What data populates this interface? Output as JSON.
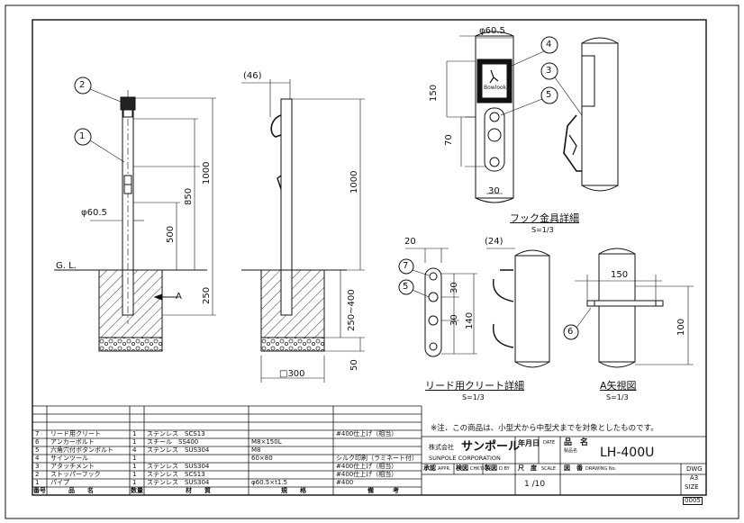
{
  "dimensions": {
    "front": {
      "dia": "φ60.5",
      "h1000": "1000",
      "h850": "850",
      "h500": "500",
      "h250": "250",
      "gl": "G. L.",
      "arrow_a": "A"
    },
    "side": {
      "w46": "(46)",
      "h1000": "1000",
      "h250_400": "250~400",
      "h50": "50",
      "sq300": "□300"
    },
    "hook_detail": {
      "dia": "φ60.5",
      "h150": "150",
      "h70": "70",
      "w30": "30",
      "title": "フック金具詳細",
      "scale": "S=1/3"
    },
    "cleat_detail": {
      "w20": "20",
      "w24": "(24)",
      "h30a": "30",
      "h30b": "30",
      "h140": "140",
      "title": "リード用クリート詳細",
      "scale": "S=1/3"
    },
    "a_view": {
      "w150": "150",
      "h100": "100",
      "title": "A矢視図",
      "scale": "S=1/3"
    },
    "balloons": [
      "1",
      "2",
      "3",
      "4",
      "5",
      "5",
      "6",
      "7"
    ]
  },
  "sign": {
    "brand": "Bowlook"
  },
  "parts": {
    "header": {
      "no": "番号",
      "name": "品　　名",
      "qty": "数量",
      "material": "材　　質",
      "spec": "規　　格",
      "note": "備　　　考"
    },
    "rows": [
      {
        "no": "7",
        "name": "リード用クリート",
        "qty": "1",
        "mat": "ステンレス　SCS13",
        "spec": "",
        "note": "#400仕上げ（相当）"
      },
      {
        "no": "6",
        "name": "アンカーボルト",
        "qty": "1",
        "mat": "スチール　SS400",
        "spec": "M8×150L",
        "note": ""
      },
      {
        "no": "5",
        "name": "六角穴付ボタンボルト",
        "qty": "4",
        "mat": "ステンレス　SUS304",
        "spec": "M8",
        "note": ""
      },
      {
        "no": "4",
        "name": "サインツール",
        "qty": "1",
        "mat": "",
        "spec": "60×80",
        "note": "シルク印刷（ラミネート付）"
      },
      {
        "no": "3",
        "name": "アタッチメント",
        "qty": "1",
        "mat": "ステンレス　SUS304",
        "spec": "",
        "note": "#400仕上げ（相当）"
      },
      {
        "no": "2",
        "name": "ストッパーフック",
        "qty": "1",
        "mat": "ステンレス　SCS13",
        "spec": "",
        "note": "#400仕上げ（相当）"
      },
      {
        "no": "1",
        "name": "パイプ",
        "qty": "1",
        "mat": "ステンレス　SUS304",
        "spec": "φ60.5×t1.5",
        "note": "#400"
      }
    ]
  },
  "title_block": {
    "note": "※注．この商品は、小型犬から中型犬までを対象としたものです。",
    "company_prefix": "株式会社",
    "company_name": "サンポール",
    "company_en": "SUNPOLE CORPORATION",
    "date_label": "年月日",
    "date_en": "DATE",
    "name_label": "品　名",
    "name_sub": "製品名",
    "product": "LH-400U",
    "approve": "承認",
    "approve_en": "APPR.",
    "check": "検図",
    "check_en": "CHK'D",
    "drawn": "製図",
    "drawn_en": "D.BY",
    "scale_label": "尺　度",
    "scale_en": "SCALE",
    "scale": "1 /10",
    "dwg_label": "図　番",
    "dwg_en": "DRAWING No.",
    "dwg": "DWG",
    "a3": "A3",
    "size": "SIZE",
    "corner": "0005"
  }
}
